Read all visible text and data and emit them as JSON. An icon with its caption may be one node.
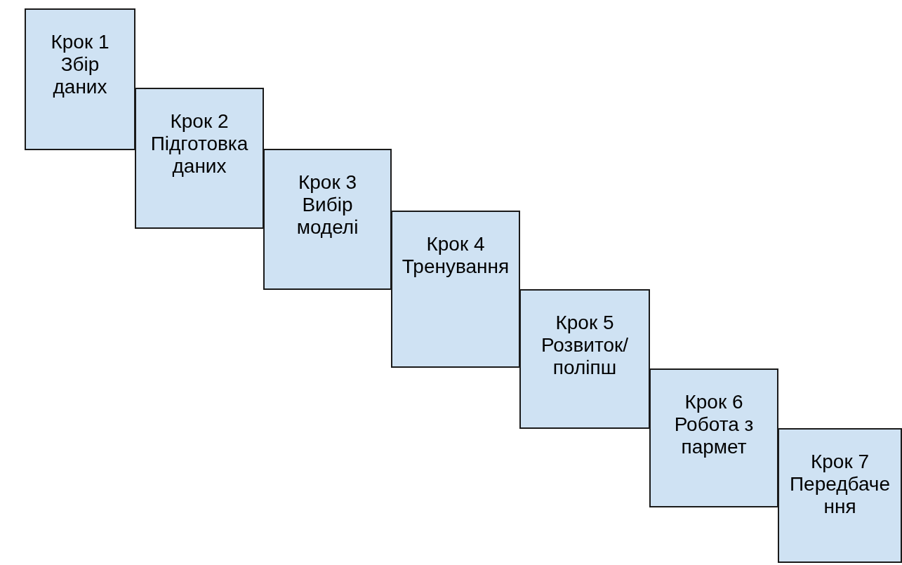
{
  "diagram": {
    "nodes": [
      {
        "text": [
          "Крок 1",
          "Збір даних"
        ]
      },
      {
        "text": [
          "Крок 2",
          "Підготовка даних"
        ]
      },
      {
        "text": [
          "Крок 3",
          "Вибір моделі"
        ]
      },
      {
        "text": [
          "Крок 4",
          "Тренування"
        ]
      },
      {
        "text": [
          "Крок 5",
          "Розвиток/ поліпш"
        ]
      },
      {
        "text": [
          "Крок 6",
          "Робота з пармет"
        ]
      },
      {
        "text": [
          "Крок 7",
          "Передбачення"
        ]
      }
    ]
  }
}
